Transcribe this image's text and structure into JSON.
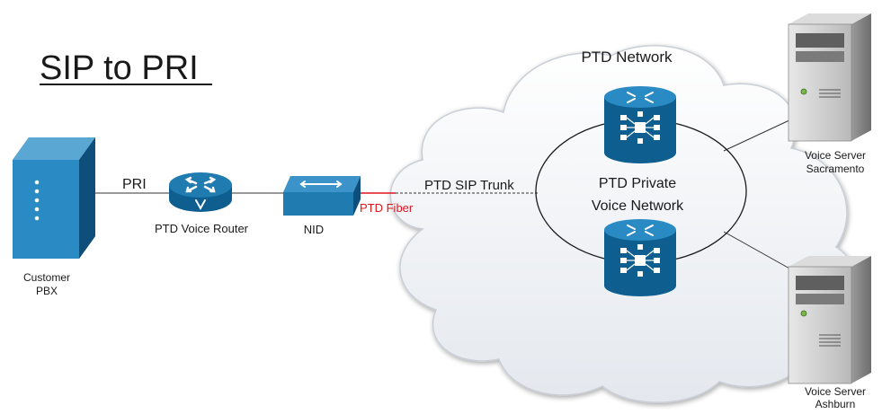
{
  "title": "SIP to PRI",
  "colors": {
    "cisco_blue": "#1f7bb0",
    "cisco_dark": "#0e5f8f",
    "fiber_red": "#e0141b",
    "cloud_fill": "#f1f3f6",
    "text": "#1a1a1a"
  },
  "labels": {
    "pri": "PRI",
    "voice_router": "PTD Voice Router",
    "nid": "NID",
    "fiber": "PTD Fiber",
    "sip_trunk": "PTD SIP Trunk",
    "network": "PTD Network",
    "private_line1": "PTD Private",
    "private_line2": "Voice Network",
    "pbx_line1": "Customer",
    "pbx_line2": "PBX",
    "server1_line1": "Voice Server",
    "server1_line2": "Sacramento",
    "server2_line1": "Voice Server",
    "server2_line2": "Ashburn"
  },
  "icons": {
    "pbx": "pbx-server-icon",
    "router": "router-icon",
    "nid": "switch-icon",
    "core_router": "voice-router-icon",
    "server": "tower-server-icon"
  }
}
